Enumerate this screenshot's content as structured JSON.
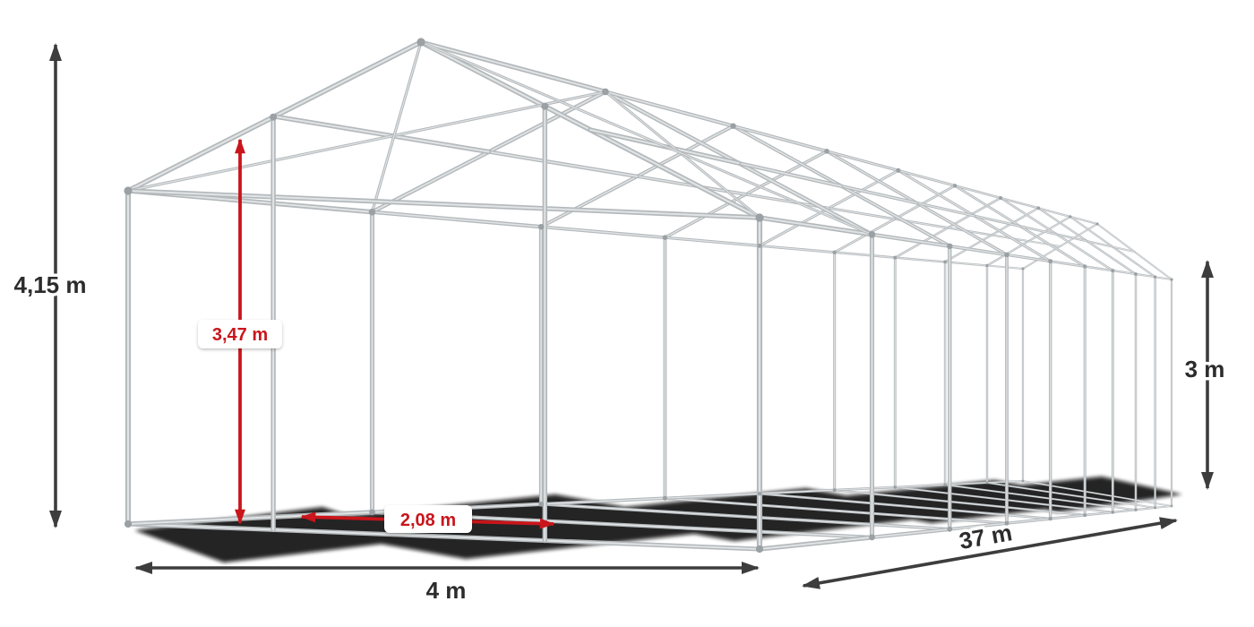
{
  "diagram": {
    "colors": {
      "frame": "#b3b8bb",
      "frame_highlight": "#e0e3e4",
      "dimension": "#3d3d3d",
      "highlight_red": "#c9151b",
      "label_background": "#ffffff",
      "shadow": "#0b0b0b",
      "background": "#ffffff"
    },
    "dimensions": {
      "total_height": {
        "label": "4,15 m"
      },
      "clear_height": {
        "label": "3,47 m"
      },
      "bay_spacing": {
        "label": "2,08 m"
      },
      "width": {
        "label": "4 m"
      },
      "length": {
        "label": "37 m"
      },
      "side_height": {
        "label": "3 m"
      }
    }
  }
}
